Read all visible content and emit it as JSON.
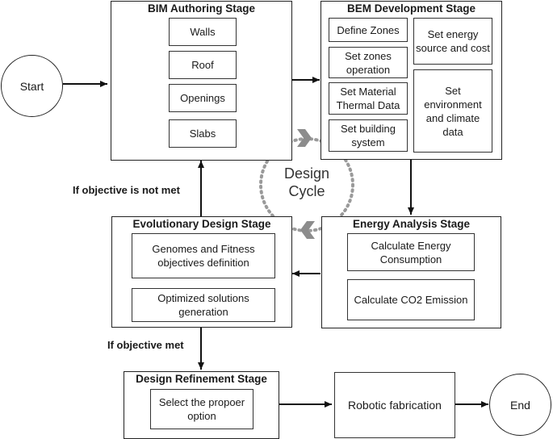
{
  "start": "Start",
  "end": "End",
  "bim": {
    "title": "BIM Authoring Stage",
    "items": [
      "Walls",
      "Roof",
      "Openings",
      "Slabs"
    ]
  },
  "bem": {
    "title": "BEM Development Stage",
    "left_items": [
      "Define Zones",
      "Set zones operation",
      "Set Material Thermal Data",
      "Set building system"
    ],
    "right_items": [
      "Set energy source and cost",
      "Set environment and climate data"
    ]
  },
  "energy": {
    "title": "Energy Analysis Stage",
    "items": [
      "Calculate Energy Consumption",
      "Calculate CO2 Emission"
    ]
  },
  "evo": {
    "title": "Evolutionary Design Stage",
    "items": [
      "Genomes and Fitness objectives definition",
      "Optimized solutions generation"
    ]
  },
  "refine": {
    "title": "Design Refinement Stage",
    "items": [
      "Select the propoer option"
    ]
  },
  "robotic": "Robotic fabrication",
  "conditions": {
    "not_met": "If objective is not met",
    "met": "If objective met"
  },
  "cycle": {
    "line1": "Design",
    "line2": "Cycle"
  },
  "colors": {
    "line": "#111111",
    "cycle": "#9a9a9a"
  }
}
